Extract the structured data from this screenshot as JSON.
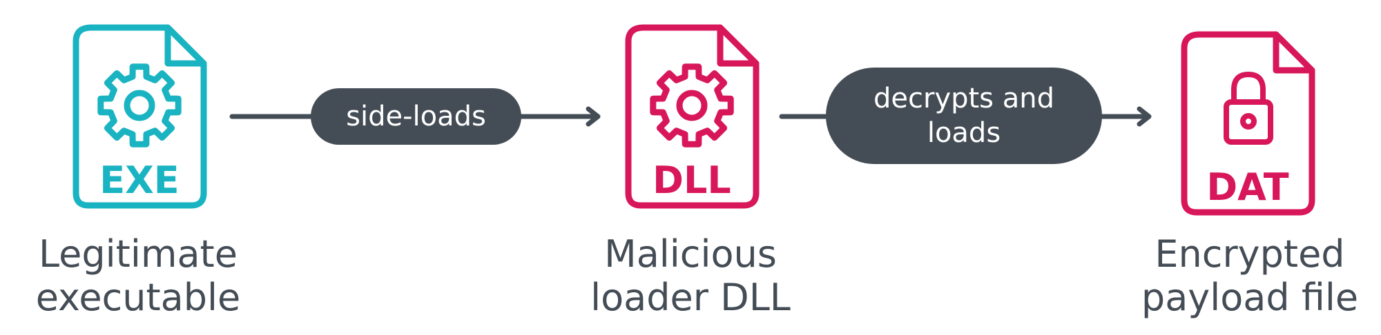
{
  "colors": {
    "exe_accent": "#1ab3c2",
    "malicious_accent": "#d8175a",
    "dark": "#444c55"
  },
  "nodes": [
    {
      "id": "exe",
      "icon": "gear-icon",
      "file_label": "EXE",
      "caption": [
        "Legitimate",
        "executable"
      ]
    },
    {
      "id": "dll",
      "icon": "gear-icon",
      "file_label": "DLL",
      "caption": [
        "Malicious",
        "loader DLL"
      ]
    },
    {
      "id": "dat",
      "icon": "padlock-icon",
      "file_label": "DAT",
      "caption": [
        "Encrypted",
        "payload file"
      ]
    }
  ],
  "edges": [
    {
      "from": "exe",
      "to": "dll",
      "label": [
        "side-loads"
      ]
    },
    {
      "from": "dll",
      "to": "dat",
      "label": [
        "decrypts and",
        "loads"
      ]
    }
  ]
}
